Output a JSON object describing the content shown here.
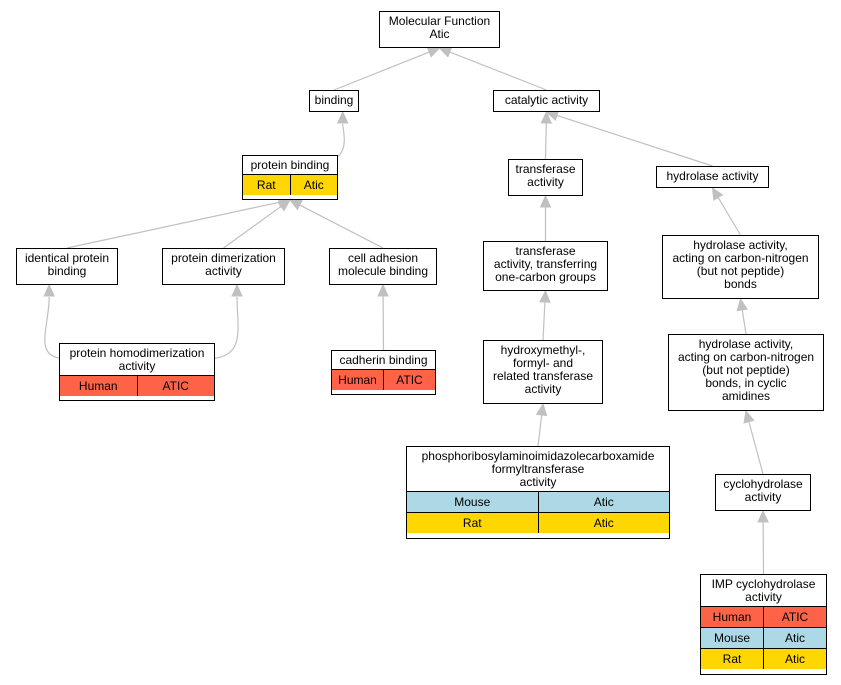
{
  "colors": {
    "Human": "#ff6347",
    "Mouse": "#add8e6",
    "Rat": "#ffd700",
    "edge": "#c0c0c0"
  },
  "nodes": {
    "mf": {
      "lines": [
        "Molecular Function",
        "Atic"
      ]
    },
    "binding": {
      "lines": [
        "binding"
      ]
    },
    "cat": {
      "lines": [
        "catalytic activity"
      ]
    },
    "pb": {
      "lines": [
        "protein binding"
      ],
      "rows": [
        {
          "species": "Rat",
          "gene": "Atic"
        }
      ]
    },
    "trans": {
      "lines": [
        "transferase",
        "activity"
      ]
    },
    "hyd": {
      "lines": [
        "hydrolase activity"
      ]
    },
    "ipb": {
      "lines": [
        "identical protein",
        "binding"
      ]
    },
    "pdim": {
      "lines": [
        "protein dimerization",
        "activity"
      ]
    },
    "cam": {
      "lines": [
        "cell adhesion",
        "molecule binding"
      ]
    },
    "tocg": {
      "lines": [
        "transferase",
        "activity, transferring",
        "one-carbon groups"
      ]
    },
    "hcn": {
      "lines": [
        "hydrolase activity,",
        "acting on carbon-nitrogen",
        "(but not peptide)",
        "bonds"
      ]
    },
    "phd": {
      "lines": [
        "protein homodimerization",
        "activity"
      ],
      "rows": [
        {
          "species": "Human",
          "gene": "ATIC"
        }
      ]
    },
    "cad": {
      "lines": [
        "cadherin binding"
      ],
      "rows": [
        {
          "species": "Human",
          "gene": "ATIC"
        }
      ]
    },
    "hfr": {
      "lines": [
        "hydroxymethyl-,",
        "formyl- and",
        "related transferase",
        "activity"
      ]
    },
    "hcnc": {
      "lines": [
        "hydrolase activity,",
        "acting on carbon-nitrogen",
        "(but not peptide)",
        "bonds, in cyclic",
        "amidines"
      ]
    },
    "paicar": {
      "lines": [
        "phosphoribosylaminoimidazolecarboxamide",
        "formyltransferase",
        "activity"
      ],
      "rows": [
        {
          "species": "Mouse",
          "gene": "Atic"
        },
        {
          "species": "Rat",
          "gene": "Atic"
        }
      ]
    },
    "cyc": {
      "lines": [
        "cyclohydrolase",
        "activity"
      ]
    },
    "imp": {
      "lines": [
        "IMP cyclohydrolase",
        "activity"
      ],
      "rows": [
        {
          "species": "Human",
          "gene": "ATIC"
        },
        {
          "species": "Mouse",
          "gene": "Atic"
        },
        {
          "species": "Rat",
          "gene": "Atic"
        }
      ]
    }
  },
  "edges": [
    [
      "binding",
      "mf"
    ],
    [
      "cat",
      "mf"
    ],
    [
      "pb",
      "binding"
    ],
    [
      "trans",
      "cat"
    ],
    [
      "hyd",
      "cat"
    ],
    [
      "ipb",
      "pb"
    ],
    [
      "pdim",
      "pb"
    ],
    [
      "cam",
      "pb"
    ],
    [
      "tocg",
      "trans"
    ],
    [
      "hcn",
      "hyd"
    ],
    [
      "phd",
      "ipb"
    ],
    [
      "phd",
      "pdim"
    ],
    [
      "cad",
      "cam"
    ],
    [
      "hfr",
      "tocg"
    ],
    [
      "hcnc",
      "hcn"
    ],
    [
      "paicar",
      "hfr"
    ],
    [
      "cyc",
      "hcnc"
    ],
    [
      "imp",
      "cyc"
    ]
  ]
}
